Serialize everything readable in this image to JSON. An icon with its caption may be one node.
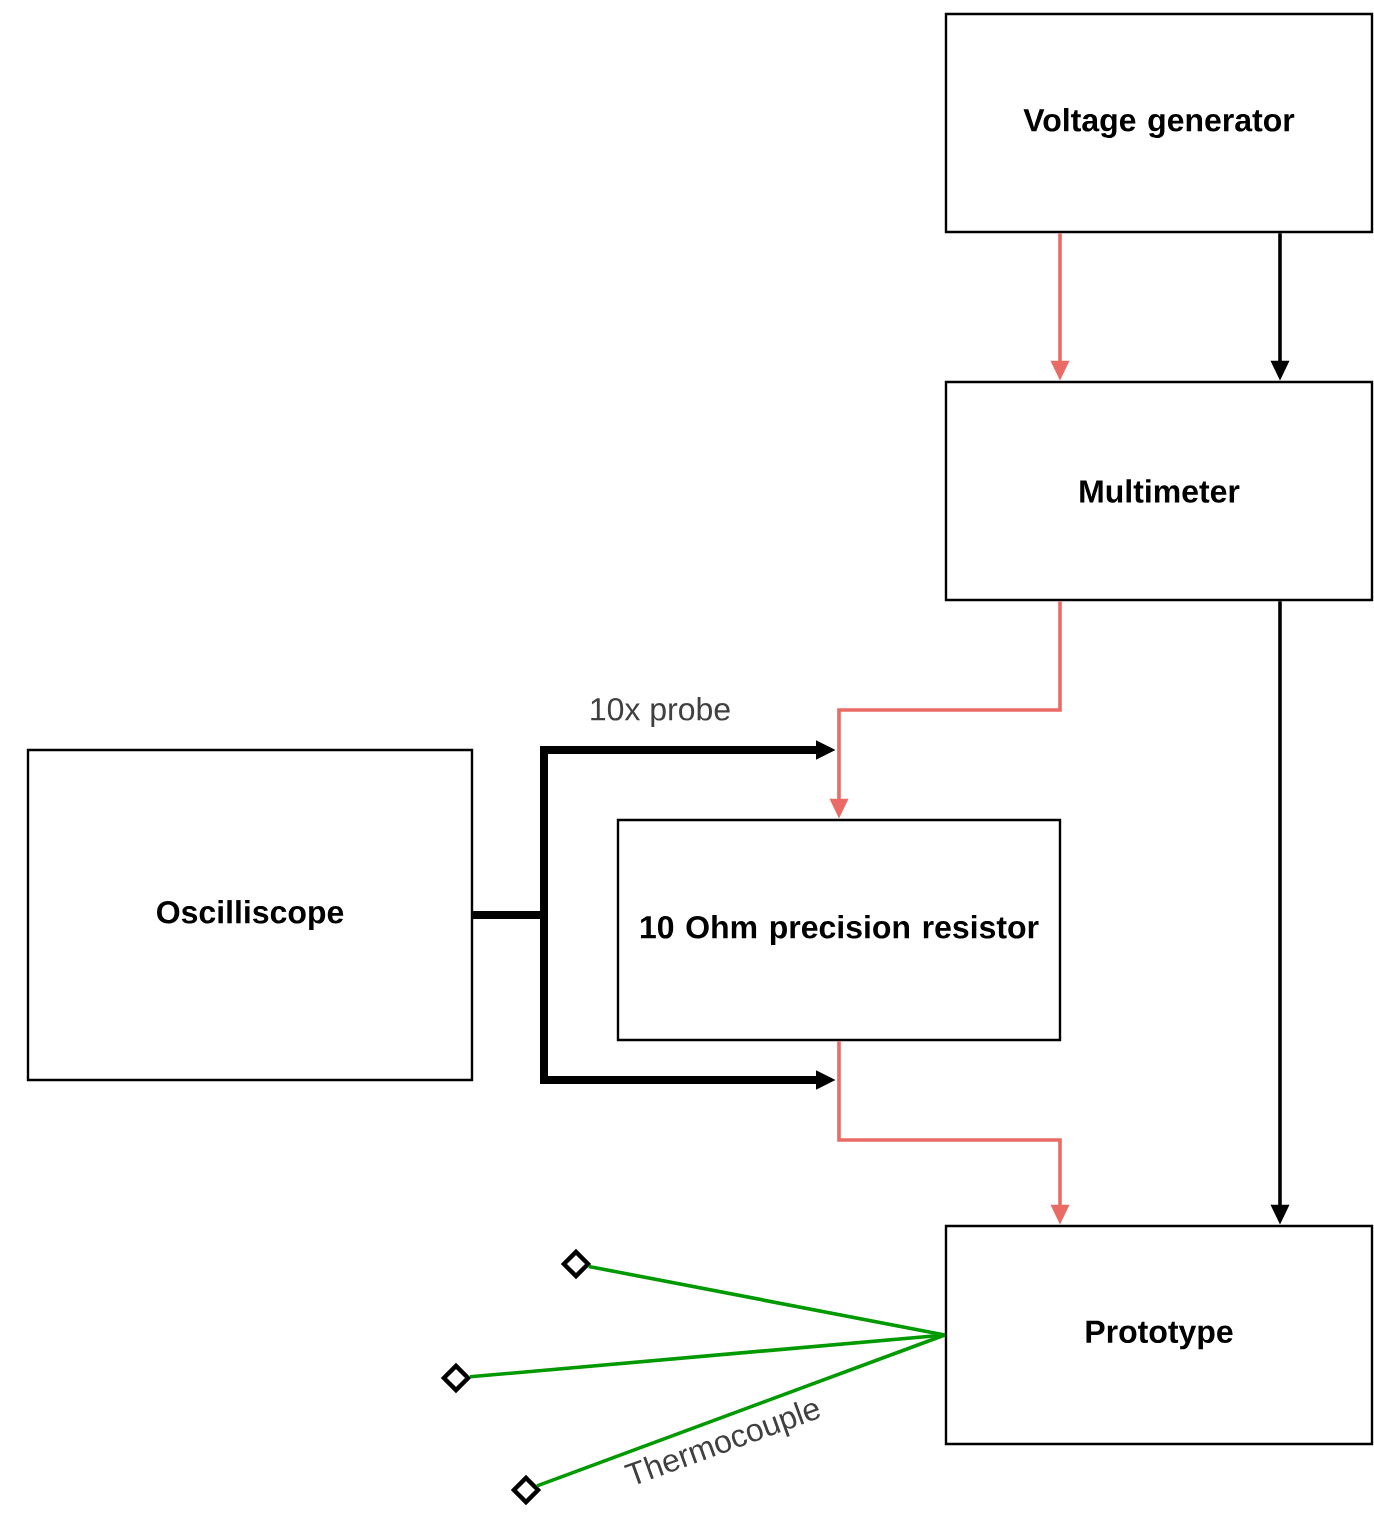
{
  "diagram": {
    "nodes": [
      {
        "text": [
          "Voltage generator"
        ]
      },
      {
        "text": [
          "Multimeter"
        ]
      },
      {
        "text": [
          "Oscilliscope"
        ]
      },
      {
        "text": [
          "10 Ohm precision resistor"
        ]
      },
      {
        "text": [
          "Prototype"
        ]
      },
      {
        "text": [],
        "shape": "diamond"
      },
      {
        "text": [],
        "shape": "diamond"
      },
      {
        "text": [],
        "shape": "diamond"
      }
    ],
    "edges": [
      {
        "from": 0,
        "to": 1,
        "arrow": "to",
        "color": "#ea6b66"
      },
      {
        "from": 0,
        "to": 1,
        "arrow": "to",
        "color": "#000000"
      },
      {
        "from": 1,
        "to": 3,
        "arrow": "to",
        "color": "#ea6b66"
      },
      {
        "from": 1,
        "to": 4,
        "arrow": "to",
        "color": "#000000"
      },
      {
        "from": 2,
        "to": null,
        "arrow": "to",
        "style": "thick",
        "color": "#000000",
        "label": "10x probe"
      },
      {
        "from": 2,
        "to": null,
        "arrow": "to",
        "style": "thick",
        "color": "#000000"
      },
      {
        "from": 3,
        "to": 4,
        "arrow": "to",
        "color": "#ea6b66"
      },
      {
        "from": 4,
        "to": 5,
        "arrow": "none",
        "color": "#009900"
      },
      {
        "from": 4,
        "to": 6,
        "arrow": "none",
        "color": "#009900"
      },
      {
        "from": 4,
        "to": 7,
        "arrow": "none",
        "color": "#009900",
        "label": "Thermocouple"
      }
    ]
  }
}
